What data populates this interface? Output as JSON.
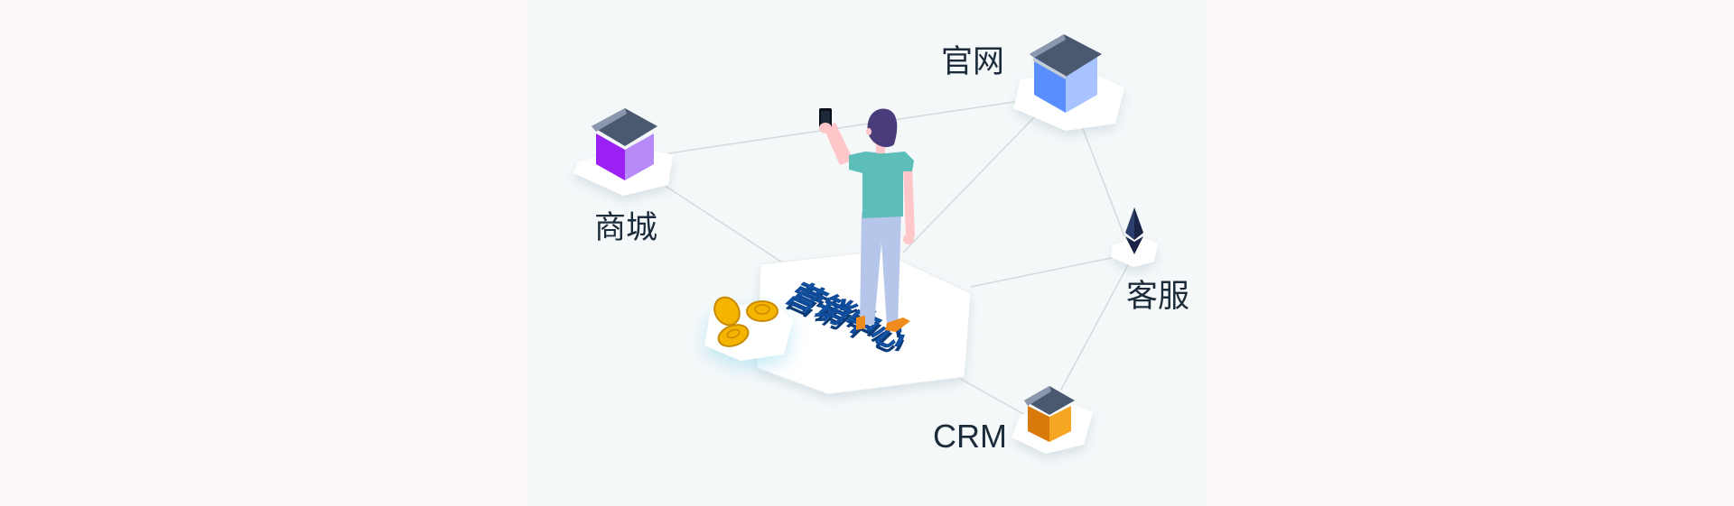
{
  "nodes": {
    "guanwang": {
      "label": "官网"
    },
    "shangcheng": {
      "label": "商城"
    },
    "kefu": {
      "label": "客服"
    },
    "crm": {
      "label": "CRM"
    }
  },
  "center": {
    "text": "营销中心"
  },
  "colors": {
    "background": "#fdf7fa",
    "panel": "#f5f8f9",
    "line": "#d3dadd",
    "label": "#1c2b3a",
    "guanwang_box": "#5a8dff",
    "shangcheng_box": "#9b20f4",
    "crm_box": "#f39c12",
    "roof": "#4a5870",
    "coin": "#f4b400",
    "center_text": "#1565c0",
    "shirt": "#5cbdb9",
    "pants": "#b6c6ea",
    "hair": "#4a3c7a"
  },
  "icons": [
    "house-icon",
    "diamond-icon",
    "coin-icon",
    "phone-icon"
  ]
}
